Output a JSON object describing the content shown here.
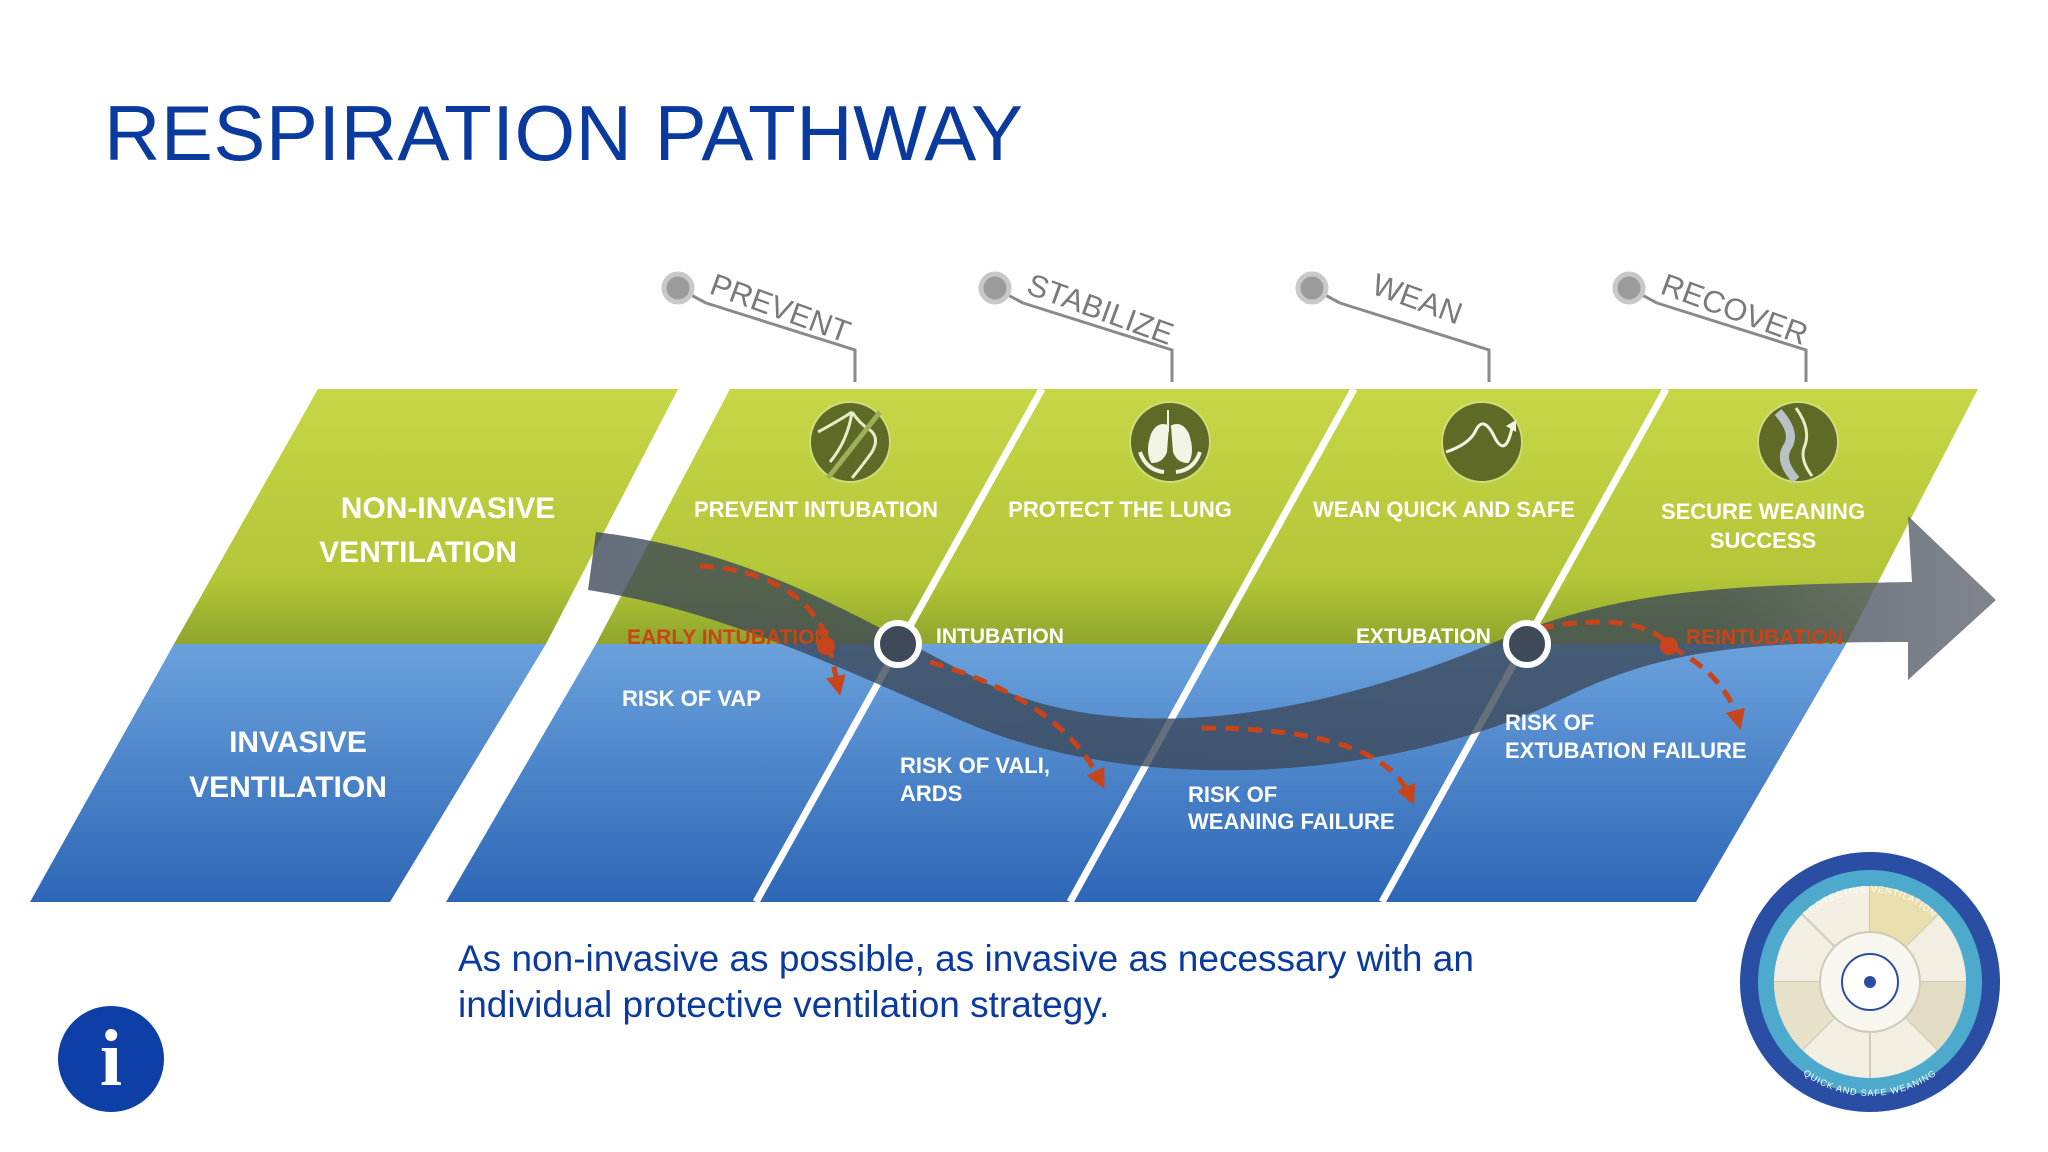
{
  "title": "RESPIRATION PATHWAY",
  "phases": [
    "PREVENT",
    "STABILIZE",
    "WEAN",
    "RECOVER"
  ],
  "zones": {
    "non_invasive_line1": "NON-INVASIVE",
    "non_invasive_line2": "VENTILATION",
    "invasive_line1": "INVASIVE",
    "invasive_line2": "VENTILATION"
  },
  "goals": [
    {
      "lines": [
        "PREVENT INTUBATION"
      ],
      "icon": "path-split-icon"
    },
    {
      "lines": [
        "PROTECT THE LUNG"
      ],
      "icon": "lungs-hands-icon"
    },
    {
      "lines": [
        "WEAN QUICK AND SAFE"
      ],
      "icon": "curved-arrow-icon"
    },
    {
      "lines": [
        "SECURE WEANING",
        "SUCCESS"
      ],
      "icon": "secure-path-icon"
    }
  ],
  "events": {
    "early_intubation": "EARLY INTUBATION",
    "intubation": "INTUBATION",
    "extubation": "EXTUBATION",
    "reintubation": "REINTUBATION"
  },
  "risks": {
    "vap": [
      "RISK OF VAP"
    ],
    "vali": [
      "RISK OF VALI,",
      "ARDS"
    ],
    "weaning": [
      "RISK OF",
      "WEANING FAILURE"
    ],
    "extubation": [
      "RISK OF",
      "EXTUBATION FAILURE"
    ]
  },
  "caption_line1": "As non-invasive as possible, as invasive as necessary with an",
  "caption_line2": "individual protective ventilation strategy.",
  "wheel": {
    "outer_top": "PROTECTIVE VENTILATION",
    "outer_bottom": "QUICK AND SAFE WEANING"
  },
  "colors": {
    "title": "#0a3a9e",
    "green": "#bccf3c",
    "blue": "#3f7fc8",
    "icon_circle": "#5e6a25",
    "risk_arrow": "#c8441a",
    "band": "#3a4a5a"
  }
}
